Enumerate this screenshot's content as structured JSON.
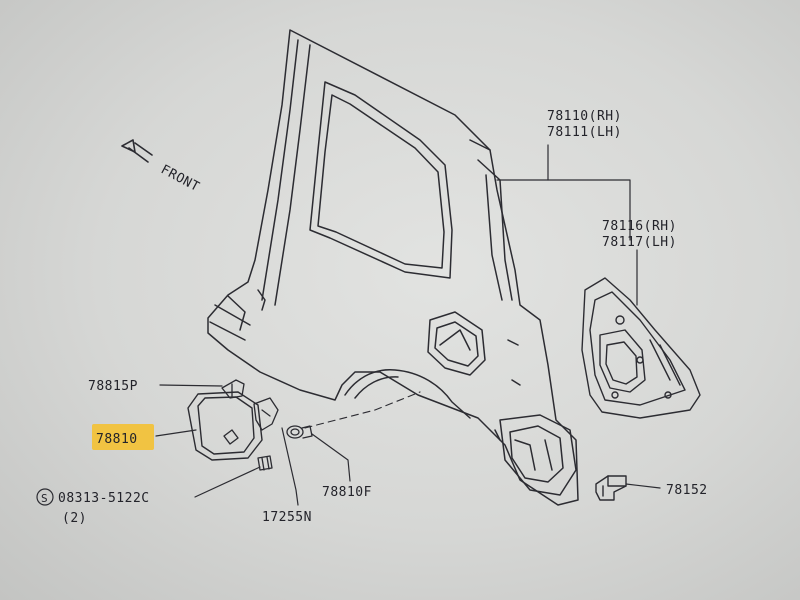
{
  "direction_label": "FRONT",
  "parts": [
    {
      "id": "p1",
      "code": "78110(RH)"
    },
    {
      "id": "p2",
      "code": "78111(LH)"
    },
    {
      "id": "p3",
      "code": "78116(RH)"
    },
    {
      "id": "p4",
      "code": "78117(LH)"
    },
    {
      "id": "p5",
      "code": "78815P"
    },
    {
      "id": "p6",
      "code": "78810",
      "highlighted": true
    },
    {
      "id": "p7",
      "code": "08313-5122C"
    },
    {
      "id": "p8",
      "code": "(2)"
    },
    {
      "id": "p9",
      "code": "17255N"
    },
    {
      "id": "p10",
      "code": "78810F"
    },
    {
      "id": "p11",
      "code": "78152"
    }
  ],
  "standard_part_symbol": "S",
  "highlight_color": "#f2c23a"
}
